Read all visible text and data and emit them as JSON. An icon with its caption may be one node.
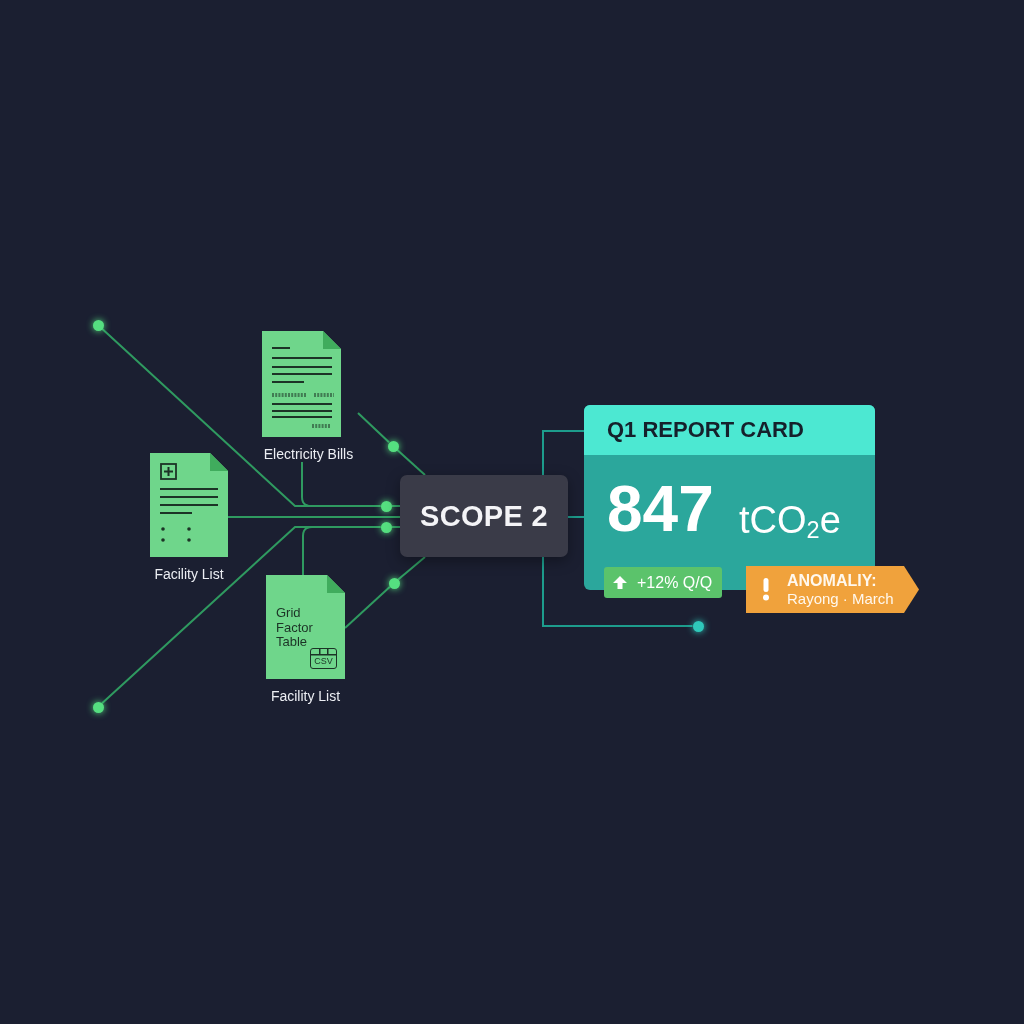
{
  "diagram": {
    "nodes": [
      {
        "text": [],
        "shape": "circle"
      },
      {
        "text": [
          "Electricity Bills"
        ]
      },
      {
        "text": [],
        "shape": "circle"
      },
      {
        "text": [
          "Facility List"
        ]
      },
      {
        "text": [],
        "shape": "circle"
      },
      {
        "text": [],
        "shape": "circle"
      },
      {
        "text": [
          "Grid Factor Table",
          "CSV",
          "Facility List"
        ]
      },
      {
        "text": [],
        "shape": "circle"
      },
      {
        "text": [],
        "shape": "circle"
      },
      {
        "text": [
          "SCOPE 2"
        ]
      },
      {
        "text": [
          "Q1 REPORT CARD",
          "847",
          "tCO$_{2}$e"
        ]
      },
      {
        "text": [
          "+12% Q/Q"
        ]
      },
      {
        "text": [
          "ANOMALIY:",
          "Rayong · March"
        ]
      },
      {
        "text": [],
        "shape": "circle"
      }
    ],
    "edges": [
      {
        "from": 0,
        "to": 4,
        "arrow": "none"
      },
      {
        "from": 1,
        "to": 4,
        "arrow": "none"
      },
      {
        "from": 4,
        "to": 9,
        "arrow": "none"
      },
      {
        "from": 3,
        "to": 9,
        "arrow": "none"
      },
      {
        "from": 8,
        "to": 5,
        "arrow": "none"
      },
      {
        "from": 6,
        "to": 5,
        "arrow": "none"
      },
      {
        "from": 5,
        "to": 9,
        "arrow": "none"
      },
      {
        "from": 1,
        "to": 2,
        "arrow": "none"
      },
      {
        "from": 2,
        "to": 9,
        "arrow": "none"
      },
      {
        "from": 6,
        "to": 7,
        "arrow": "none"
      },
      {
        "from": 7,
        "to": 9,
        "arrow": "none"
      },
      {
        "from": 9,
        "to": 10,
        "arrow": "none",
        "color": "#1d9c8c"
      },
      {
        "from": 9,
        "to": 10,
        "arrow": "none",
        "color": "#1d9c8c"
      },
      {
        "from": 9,
        "to": 13,
        "arrow": "none",
        "color": "#1d9c8c"
      }
    ]
  }
}
